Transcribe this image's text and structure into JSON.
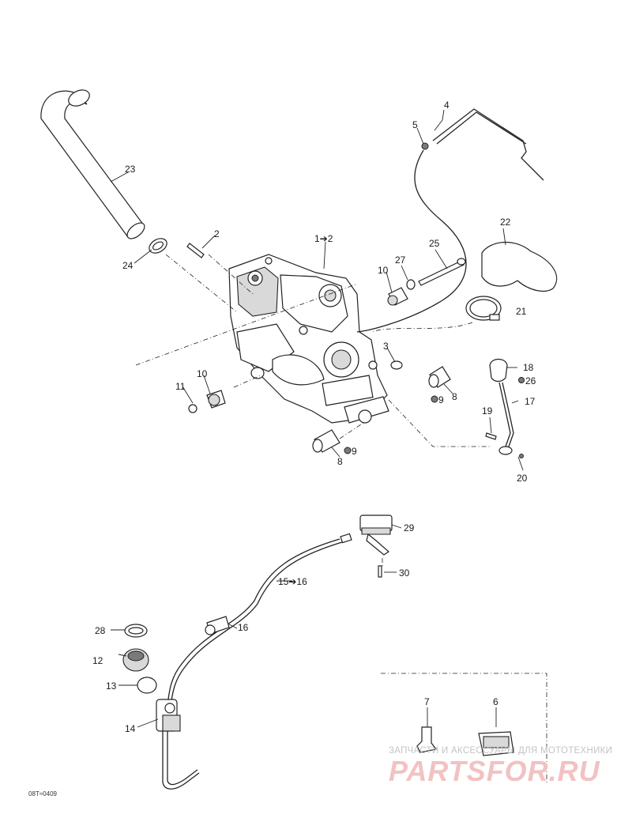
{
  "callouts": {
    "c1_2": "1➔2",
    "c2": "2",
    "c3": "3",
    "c4": "4",
    "c5": "5",
    "c6": "6",
    "c7": "7",
    "c8a": "8",
    "c8b": "8",
    "c9a": "9",
    "c9b": "9",
    "c10a": "10",
    "c10b": "10",
    "c11": "11",
    "c12": "12",
    "c13": "13",
    "c14": "14",
    "c15_16": "15➔16",
    "c16": "16",
    "c17": "17",
    "c18": "18",
    "c19": "19",
    "c20": "20",
    "c21": "21",
    "c22": "22",
    "c23": "23",
    "c24": "24",
    "c25": "25",
    "c26": "26",
    "c27": "27",
    "c28": "28",
    "c29": "29",
    "c30": "30"
  },
  "drawing_code": "08T≈0409",
  "watermark": {
    "tagline": "ЗАПЧАСТИ И АКСЕССУАРЫ ДЛЯ МОТОТЕХНИКИ",
    "logo": "PARTSFOR.RU",
    "color": "#e8a0a0"
  }
}
